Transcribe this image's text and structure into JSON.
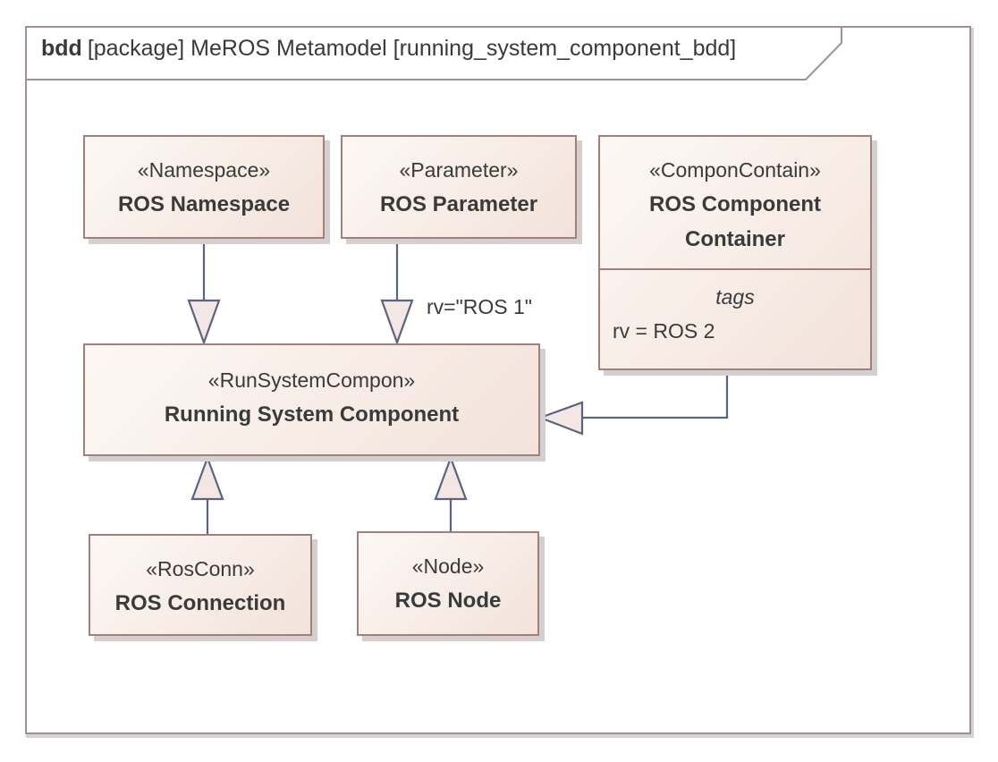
{
  "frame": {
    "kind": "bdd",
    "title": "[package] MeROS Metamodel [running_system_component_bdd]"
  },
  "blocks": {
    "namespace": {
      "stereotype": "«Namespace»",
      "name": "ROS Namespace"
    },
    "parameter": {
      "stereotype": "«Parameter»",
      "name": "ROS Parameter"
    },
    "container": {
      "stereotype": "«ComponContain»",
      "name_line1": "ROS Component",
      "name_line2": "Container",
      "tags_title": "tags",
      "tag": "rv = ROS 2"
    },
    "rsc": {
      "stereotype": "«RunSystemCompon»",
      "name": "Running System Component"
    },
    "connection": {
      "stereotype": "«RosConn»",
      "name": "ROS Connection"
    },
    "node": {
      "stereotype": "«Node»",
      "name": "ROS Node"
    }
  },
  "edges": {
    "parameter_label": "rv=\"ROS 1\""
  },
  "colors": {
    "block_border": "#a0807a",
    "block_fill": "#f7ece6",
    "line": "#5c6380",
    "frame": "#a09090"
  }
}
